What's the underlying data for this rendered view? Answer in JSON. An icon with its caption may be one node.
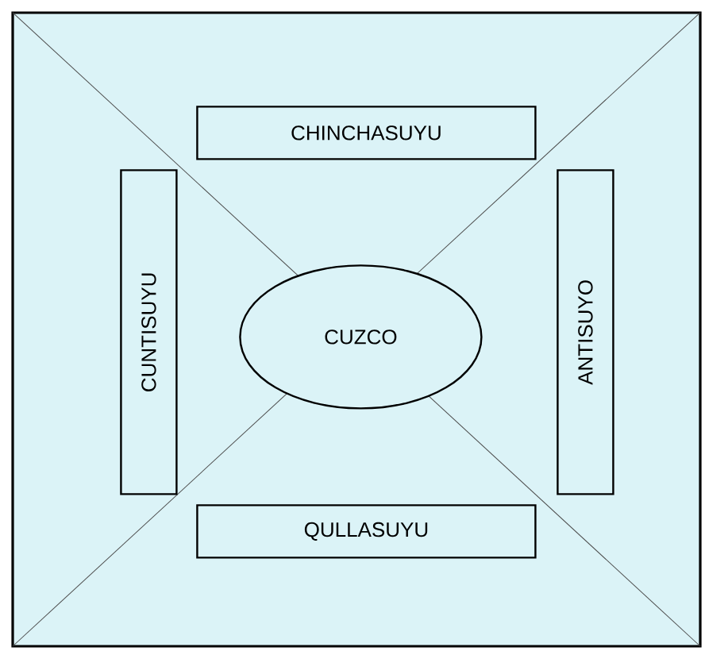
{
  "diagram": {
    "nodes": [
      {
        "text": [],
        "shape": "box"
      },
      {
        "text": [
          "CHINCHASUYU"
        ],
        "in": 0
      },
      {
        "text": [
          "CUNTISUYU"
        ],
        "in": 0
      },
      {
        "text": [
          "CUZCO"
        ],
        "in": 0
      },
      {
        "text": [
          "ANTISUYO"
        ],
        "in": 0
      },
      {
        "text": [
          "QULLASUYU"
        ],
        "in": 0
      }
    ]
  }
}
